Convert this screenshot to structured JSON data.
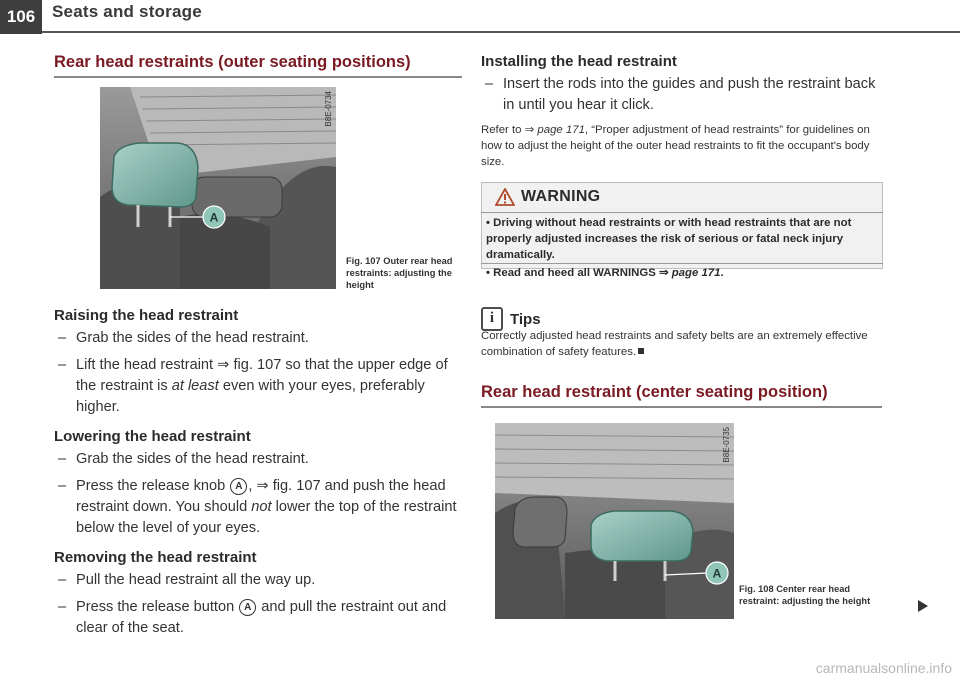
{
  "header": {
    "page_number": "106",
    "title": "Seats and storage"
  },
  "left": {
    "section_title": "Rear head restraints (outer seating positions)",
    "figure": {
      "code": "B8E-0734",
      "callout": "A",
      "caption_bold": "Fig. 107",
      "caption_text": "Outer rear head restraints: adjusting the height"
    },
    "raising": {
      "heading": "Raising the head restraint",
      "step1": "Grab the sides of the head restraint.",
      "step2_a": "Lift the head restraint ⇒ fig. 107 so that the upper edge of the restraint is ",
      "step2_em": "at least",
      "step2_b": " even with your eyes, preferably higher."
    },
    "lowering": {
      "heading": "Lowering the head restraint",
      "step1": "Grab the sides of the head restraint.",
      "step2_a": "Press the release knob ",
      "step2_knob": "A",
      "step2_b": ", ⇒ fig. 107 and push the head restraint down. You should ",
      "step2_em": "not",
      "step2_c": " lower the top of the restraint below the level of your eyes."
    },
    "removing": {
      "heading": "Removing the head restraint",
      "step1": "Pull the head restraint all the way up.",
      "step2_a": "Press the release button ",
      "step2_knob": "A",
      "step2_b": " and pull the restraint out and clear of the seat."
    }
  },
  "right": {
    "installing": {
      "heading": "Installing the head restraint",
      "step1": "Insert the rods into the guides and push the restraint back in until you hear it click.",
      "refer_a": "Refer to ⇒ ",
      "refer_page": "page 171",
      "refer_b": ", “Proper adjustment of head restraints” for guidelines on how to adjust the height of the outer head restraints to fit the occupant's body size."
    },
    "warning": {
      "title": "WARNING",
      "item1": "Driving without head restraints or with head restraints that are not properly adjusted increases the risk of serious or fatal neck injury dramatically.",
      "item2_a": "Read and heed all WARNINGS ⇒ ",
      "item2_page": "page 171",
      "item2_b": "."
    },
    "tips": {
      "icon_letter": "i",
      "title": "Tips",
      "text": "Correctly adjusted head restraints and safety belts are an extremely effective combination of safety features."
    },
    "section2_title": "Rear head restraint (center seating position)",
    "figure2": {
      "code": "B8E-0735",
      "callout": "A",
      "caption_bold": "Fig. 108",
      "caption_text": "Center rear head restraint: adjusting the height"
    }
  },
  "watermark": "carmanualsonline.info",
  "colors": {
    "section_title": "#7a1a22",
    "highlight_restraint": "#7fb5aa",
    "header_box": "#3e3e3e"
  }
}
